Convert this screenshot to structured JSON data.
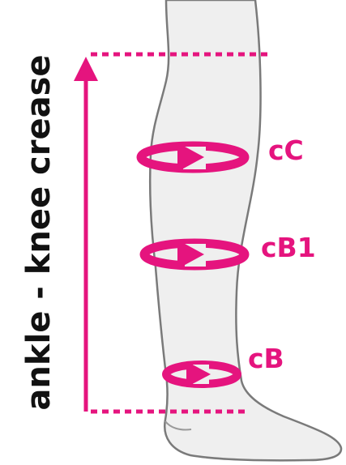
{
  "colors": {
    "accent": "#e5147e",
    "leg_fill": "#efefef",
    "leg_outline": "#7a7a7a",
    "label_text": "#111111"
  },
  "diagram": {
    "measurement_label": "ankle - knee crease",
    "circumference_points": [
      {
        "label": "cC"
      },
      {
        "label": "cB1"
      },
      {
        "label": "cB"
      }
    ]
  }
}
